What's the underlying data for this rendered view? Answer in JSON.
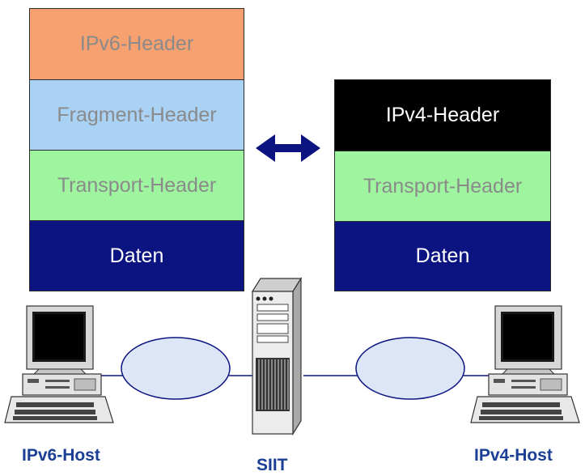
{
  "ipv6_stack": {
    "layers": [
      {
        "label": "IPv6-Header",
        "bg": "#f7a070",
        "color": "#8a8a8a"
      },
      {
        "label": "Fragment-Header",
        "bg": "#a9d2f5",
        "color": "#8a8a8a"
      },
      {
        "label": "Transport-Header",
        "bg": "#9ff59f",
        "color": "#8a8a8a"
      },
      {
        "label": "Daten",
        "bg": "#0b1480",
        "color": "#ffffff"
      }
    ]
  },
  "ipv4_stack": {
    "layers": [
      {
        "label": "IPv4-Header",
        "bg": "#000000",
        "color": "#ffffff"
      },
      {
        "label": "Transport-Header",
        "bg": "#9ff59f",
        "color": "#8a8a8a"
      },
      {
        "label": "Daten",
        "bg": "#0b1480",
        "color": "#ffffff"
      }
    ]
  },
  "arrow_color": "#0b1480",
  "network_color": "#dde6f7",
  "labels": {
    "left_host": "IPv6-Host",
    "center": "SIIT",
    "right_host": "IPv4-Host"
  }
}
